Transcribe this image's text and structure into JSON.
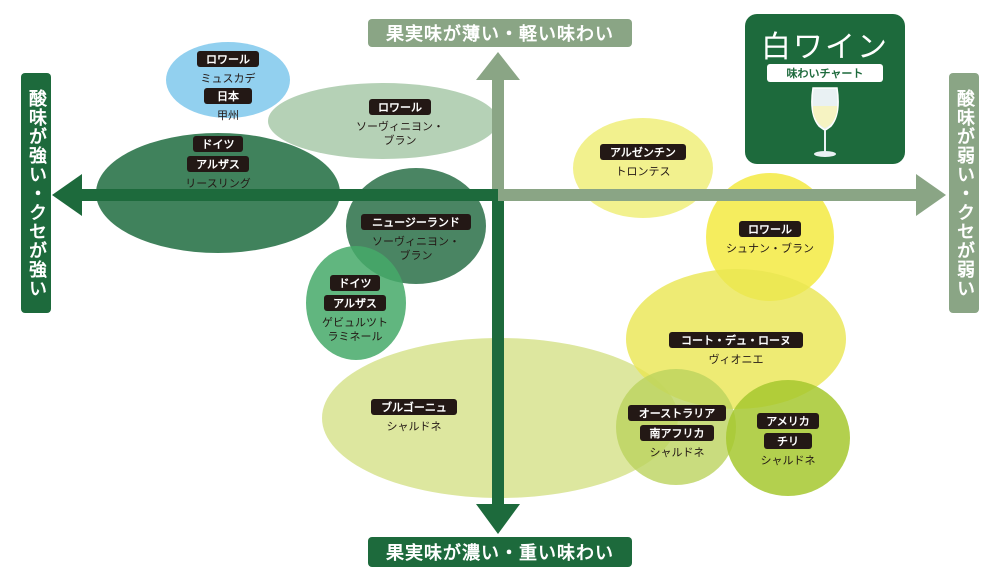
{
  "axes": {
    "top": "果実味が薄い・軽い味わい",
    "bottom": "果実味が濃い・重い味わい",
    "left": "酸味が強い・クセが強い",
    "right": "酸味が弱い・クセが弱い"
  },
  "title": {
    "main": "白ワイン",
    "sub": "味わいチャート"
  },
  "colors": {
    "dark_green": "#1d6a3c",
    "sage": "#8aa585",
    "tag_bg": "#231815"
  },
  "clusters": [
    {
      "tags": [
        "ロワール"
      ],
      "lines": [
        "ミュスカデ"
      ],
      "color": "#8ccdee",
      "opacity": 0.95
    },
    {
      "tags": [
        "日本"
      ],
      "lines": [
        "甲州"
      ],
      "color": "#8ccdee",
      "opacity": 0
    },
    {
      "tags": [
        "ロワール"
      ],
      "lines": [
        "ソーヴィニヨン・",
        "ブラン"
      ],
      "color": "#9cc29e",
      "opacity": 0.75
    },
    {
      "tags": [
        "ドイツ",
        "アルザス"
      ],
      "lines": [
        "リースリング"
      ],
      "color": "#1f6c40",
      "opacity": 0.85
    },
    {
      "tags": [
        "ニュージーランド"
      ],
      "lines": [
        "ソーヴィニヨン・",
        "ブラン"
      ],
      "color": "#2a7048",
      "opacity": 0.85
    },
    {
      "tags": [
        "ドイツ",
        "アルザス"
      ],
      "lines": [
        "ゲビュルツト",
        "ラミネール"
      ],
      "color": "#45a968",
      "opacity": 0.85
    },
    {
      "tags": [
        "ブルゴーニュ"
      ],
      "lines": [
        "シャルドネ"
      ],
      "color": "#d2df7f",
      "opacity": 0.75
    },
    {
      "tags": [
        "アルゼンチン"
      ],
      "lines": [
        "トロンテス"
      ],
      "color": "#f0ef7a",
      "opacity": 0.85
    },
    {
      "tags": [
        "ロワール"
      ],
      "lines": [
        "シュナン・ブラン"
      ],
      "color": "#f3ea42",
      "opacity": 0.85
    },
    {
      "tags": [
        "コート・デュ・ローヌ"
      ],
      "lines": [
        "ヴィオニエ"
      ],
      "color": "#eae651",
      "opacity": 0.8
    },
    {
      "tags": [
        "オーストラリア",
        "南アフリカ"
      ],
      "lines": [
        "シャルドネ"
      ],
      "color": "#bbd35e",
      "opacity": 0.8
    },
    {
      "tags": [
        "アメリカ",
        "チリ"
      ],
      "lines": [
        "シャルドネ"
      ],
      "color": "#a6c82f",
      "opacity": 0.85
    }
  ]
}
